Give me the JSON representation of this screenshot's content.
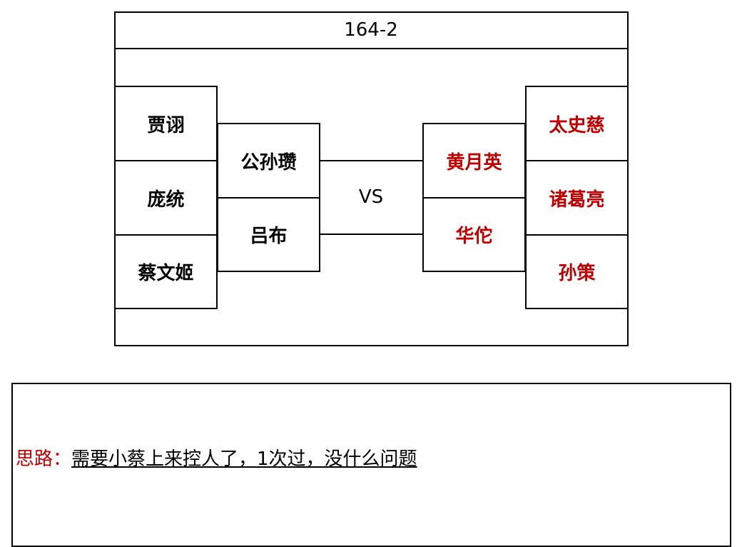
{
  "title": "164-2",
  "left_outer": [
    "贾诩",
    "庞统",
    "蔡文姬"
  ],
  "left_inner": [
    "公孙瓒",
    "吕布"
  ],
  "vs": "VS",
  "right_inner": [
    "黄月英",
    "华佗"
  ],
  "right_outer": [
    "太史慈",
    "诸葛亮",
    "孙策"
  ],
  "note": {
    "label": "思路：",
    "text": "需要小蔡上来控人了，1次过，没什么问题"
  },
  "colors": {
    "left_text": "#000000",
    "right_text": "#c00000",
    "note_label": "#c00000"
  }
}
